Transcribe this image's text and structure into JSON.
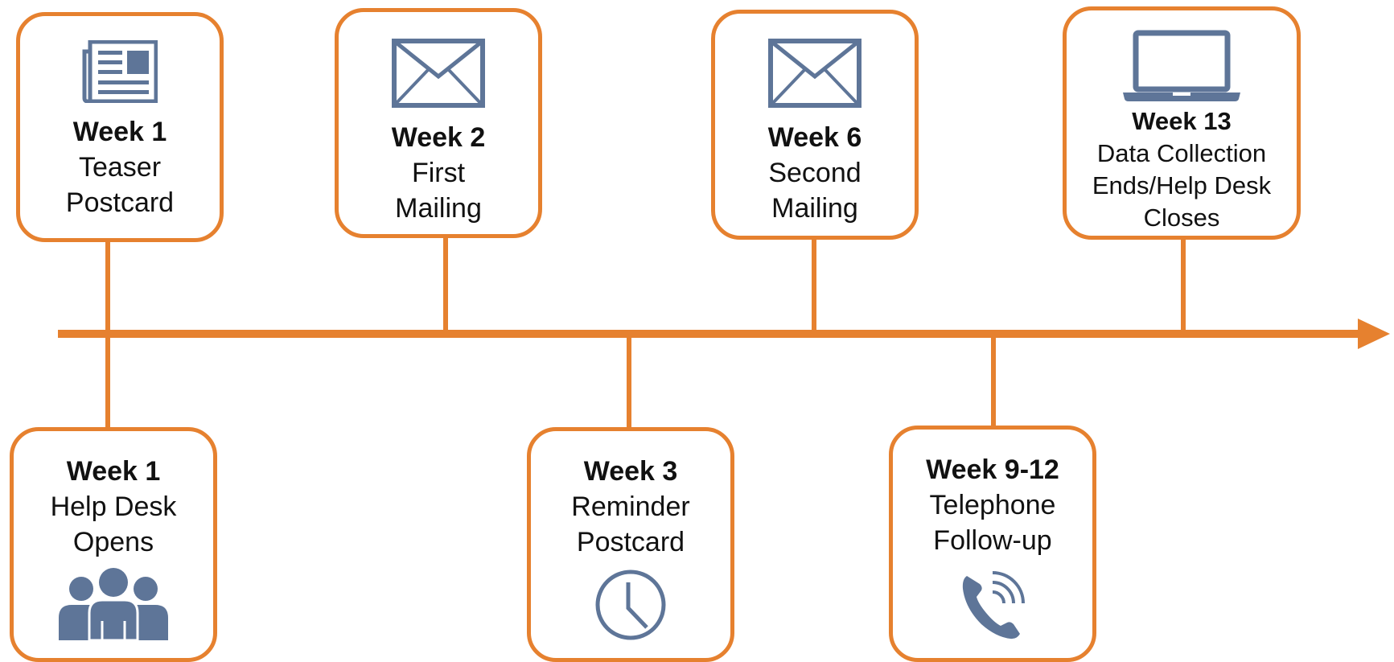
{
  "colors": {
    "accent": "#E6812F",
    "icon": "#5E7598",
    "text": "#111111"
  },
  "milestones_above": [
    {
      "week": "Week 1",
      "description": "Teaser\nPostcard",
      "icon": "newspaper-icon"
    },
    {
      "week": "Week 2",
      "description": "First\nMailing",
      "icon": "envelope-icon"
    },
    {
      "week": "Week 6",
      "description": "Second\nMailing",
      "icon": "envelope-icon"
    },
    {
      "week": "Week 13",
      "description": "Data Collection\nEnds/Help Desk\nCloses",
      "icon": "laptop-icon"
    }
  ],
  "milestones_below": [
    {
      "week": "Week 1",
      "description": "Help Desk\nOpens",
      "icon": "people-icon"
    },
    {
      "week": "Week 3",
      "description": "Reminder\nPostcard",
      "icon": "clock-icon"
    },
    {
      "week": "Week 9-12",
      "description": "Telephone\nFollow-up",
      "icon": "phone-icon"
    }
  ]
}
